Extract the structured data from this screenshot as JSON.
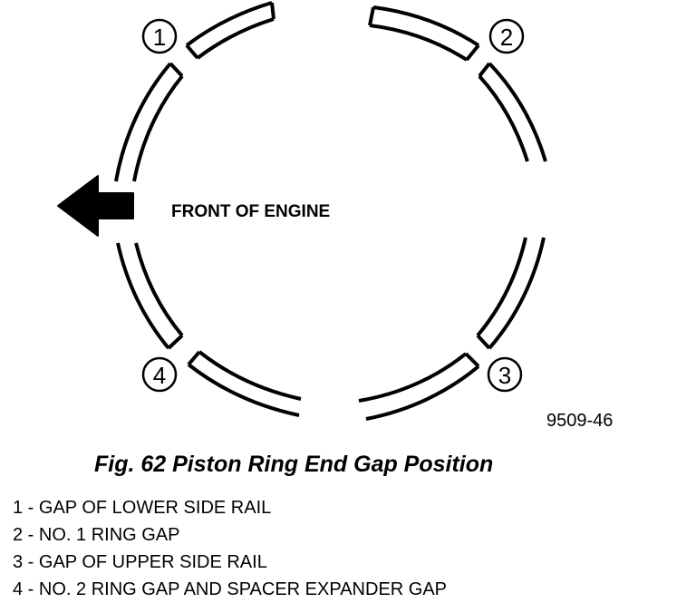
{
  "diagram": {
    "front_label": "FRONT OF ENGINE",
    "figure_code": "9509-46",
    "callouts": [
      {
        "number": "1"
      },
      {
        "number": "2"
      },
      {
        "number": "3"
      },
      {
        "number": "4"
      }
    ]
  },
  "caption": {
    "title": "Fig. 62 Piston Ring End Gap Position"
  },
  "legend": [
    "1 - GAP OF LOWER SIDE RAIL",
    "2 - NO. 1 RING GAP",
    "3 - GAP OF UPPER SIDE RAIL",
    "4 - NO. 2 RING GAP AND SPACER EXPANDER GAP"
  ]
}
